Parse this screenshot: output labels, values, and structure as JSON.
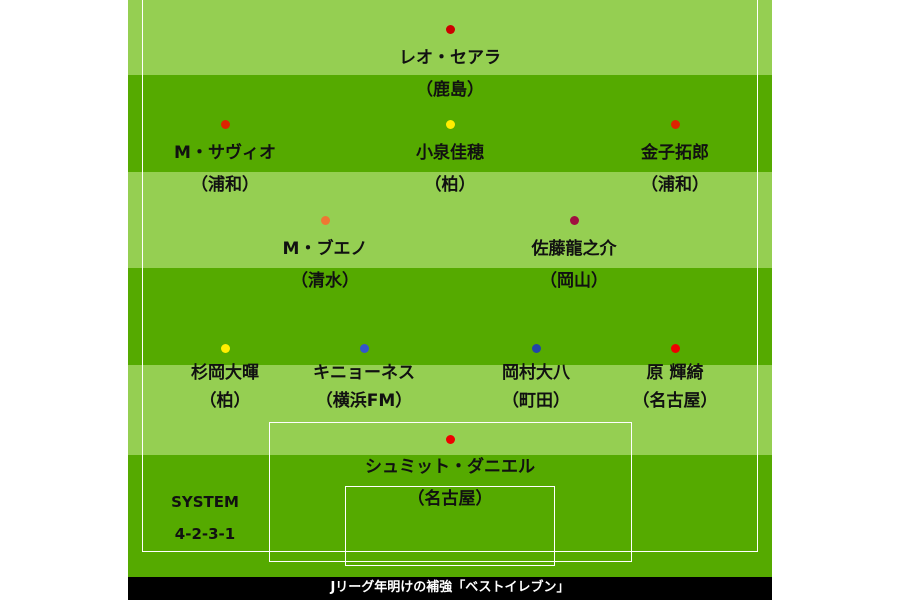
{
  "colors": {
    "pitch_dark": "#55aa00",
    "pitch_light": "#95cf52",
    "caption_bg": "#000000"
  },
  "players": [
    {
      "name": "レオ・セアラ",
      "team": "（鹿島）",
      "dot": "#cc0000"
    },
    {
      "name": "M・サヴィオ",
      "team": "（浦和）",
      "dot": "#dd2200"
    },
    {
      "name": "小泉佳穂",
      "team": "（柏）",
      "dot": "#ffee00"
    },
    {
      "name": "金子拓郎",
      "team": "（浦和）",
      "dot": "#dd2200"
    },
    {
      "name": "M・ブエノ",
      "team": "（清水）",
      "dot": "#ee7733"
    },
    {
      "name": "佐藤龍之介",
      "team": "（岡山）",
      "dot": "#a01040"
    },
    {
      "name": "杉岡大暉",
      "team": "（柏）",
      "dot": "#ffee00"
    },
    {
      "name": "キニョーネス",
      "team": "（横浜FM）",
      "dot": "#3355cc"
    },
    {
      "name": "岡村大八",
      "team": "（町田）",
      "dot": "#2244aa"
    },
    {
      "name": "原 輝綺",
      "team": "（名古屋）",
      "dot": "#ee0000"
    },
    {
      "name": "シュミット・ダニエル",
      "team": "（名古屋）",
      "dot": "#ee0000"
    }
  ],
  "system": {
    "label": "SYSTEM",
    "value": "4-2-3-1"
  },
  "caption": "Jリーグ年明けの補強「ベストイレブン」"
}
